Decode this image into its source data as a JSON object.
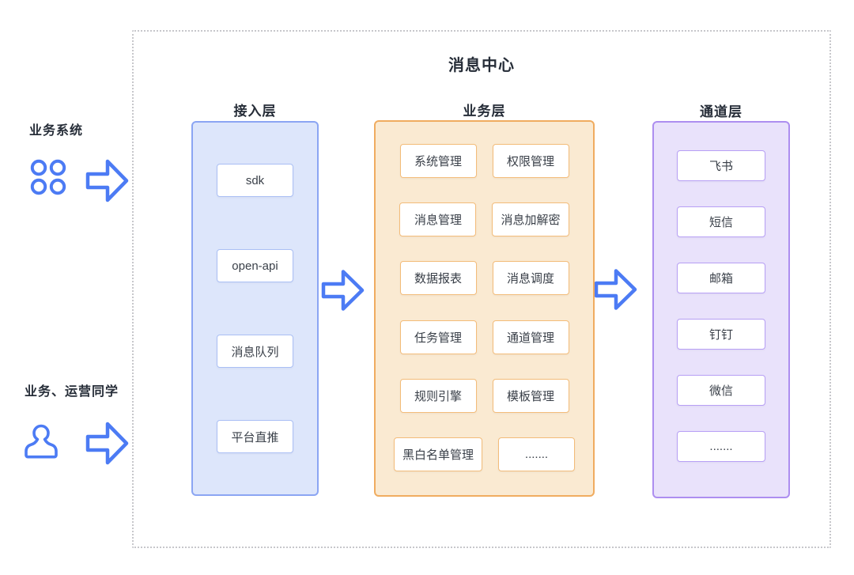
{
  "title": "消息中心",
  "actors": {
    "business_system": {
      "label": "业务系统",
      "icon": "grid-circles-icon"
    },
    "operators": {
      "label": "业务、运营同学",
      "icon": "person-icon"
    }
  },
  "layers": {
    "access": {
      "heading": "接入层",
      "items": [
        "sdk",
        "open-api",
        "消息队列",
        "平台直推"
      ]
    },
    "business": {
      "heading": "业务层",
      "items": [
        "系统管理",
        "权限管理",
        "消息管理",
        "消息加解密",
        "数据报表",
        "消息调度",
        "任务管理",
        "通道管理",
        "规则引擎",
        "模板管理",
        "黑白名单管理",
        "......."
      ]
    },
    "channel": {
      "heading": "通道层",
      "items": [
        "飞书",
        "短信",
        "邮箱",
        "钉钉",
        "微信",
        "......."
      ]
    }
  },
  "colors": {
    "accent_blue": "#4c7bf4",
    "access_fill": "#dde6fb",
    "access_border": "#8ba5f3",
    "access_item_border": "#aabff5",
    "business_fill": "#faead2",
    "business_border": "#f0ac60",
    "business_item_border": "#f3bc79",
    "channel_fill": "#e9e2fb",
    "channel_border": "#ad8ef0",
    "channel_item_border": "#b79ff5",
    "text": "#333a45",
    "dashed_border": "#c7c7cb"
  }
}
